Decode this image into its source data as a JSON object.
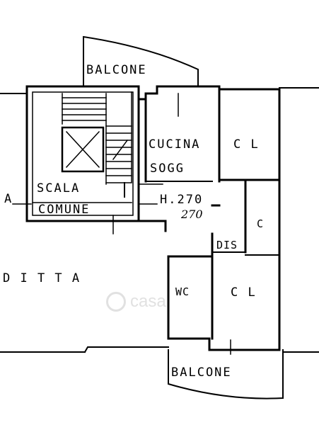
{
  "labels": {
    "balcone_top": "BALCONE",
    "cucina": "CUCINA",
    "sogg": "SOGG",
    "cl_top": "C L",
    "scala": "SCALA",
    "comune": "COMUNE",
    "a": "A",
    "h270": "H.270",
    "hand_270": "270",
    "c": "C",
    "dis": "DIS",
    "ditta": "D I T T A",
    "wc": "WC",
    "cl_bottom": "C L",
    "balcone_bottom": "BALCONE"
  },
  "watermark": {
    "icon": "casa-logo-icon",
    "text": "casa"
  }
}
